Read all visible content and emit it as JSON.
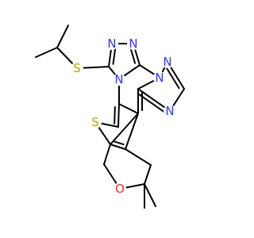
{
  "molecule": {
    "colors": {
      "bond": "#000000",
      "nitrogen": "#3333ff",
      "sulfur": "#b2a200",
      "oxygen": "#ff2a2a"
    },
    "atoms": [
      {
        "id": "S_thioether",
        "symbol": "S",
        "color_key": "sulfur"
      },
      {
        "id": "N_tz_a",
        "symbol": "N",
        "color_key": "nitrogen"
      },
      {
        "id": "N_tz_b",
        "symbol": "N",
        "color_key": "nitrogen"
      },
      {
        "id": "N_fused_1",
        "symbol": "N",
        "color_key": "nitrogen"
      },
      {
        "id": "N_fused_2",
        "symbol": "N",
        "color_key": "nitrogen"
      },
      {
        "id": "N_tr_a",
        "symbol": "N",
        "color_key": "nitrogen"
      },
      {
        "id": "N_tr_b",
        "symbol": "N",
        "color_key": "nitrogen"
      },
      {
        "id": "S_thiophene",
        "symbol": "S",
        "color_key": "sulfur"
      },
      {
        "id": "O_pyran",
        "symbol": "O",
        "color_key": "oxygen"
      }
    ]
  }
}
